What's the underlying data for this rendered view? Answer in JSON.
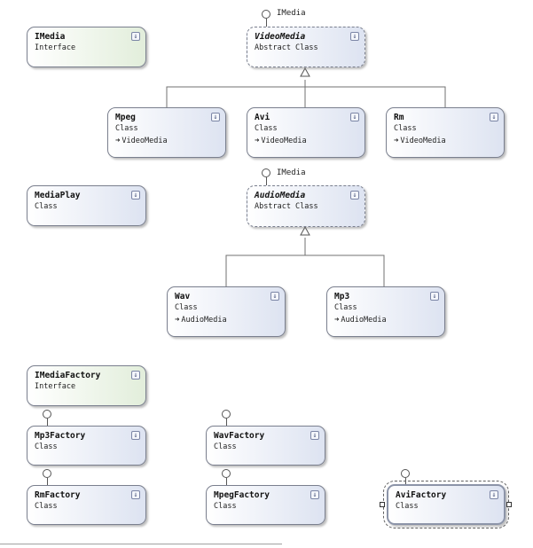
{
  "shapes": {
    "imedia_top": {
      "name": "IMedia",
      "kind": "Interface"
    },
    "videomedia": {
      "name": "VideoMedia",
      "kind": "Abstract Class"
    },
    "mpeg": {
      "name": "Mpeg",
      "kind": "Class",
      "base": "VideoMedia"
    },
    "avi": {
      "name": "Avi",
      "kind": "Class",
      "base": "VideoMedia"
    },
    "rm": {
      "name": "Rm",
      "kind": "Class",
      "base": "VideoMedia"
    },
    "mediaplay": {
      "name": "MediaPlay",
      "kind": "Class"
    },
    "audiomedia": {
      "name": "AudioMedia",
      "kind": "Abstract Class"
    },
    "wav": {
      "name": "Wav",
      "kind": "Class",
      "base": "AudioMedia"
    },
    "mp3": {
      "name": "Mp3",
      "kind": "Class",
      "base": "AudioMedia"
    },
    "imediafactory": {
      "name": "IMediaFactory",
      "kind": "Interface"
    },
    "mp3factory": {
      "name": "Mp3Factory",
      "kind": "Class"
    },
    "wavfactory": {
      "name": "WavFactory",
      "kind": "Class"
    },
    "rmfactory": {
      "name": "RmFactory",
      "kind": "Class"
    },
    "mpegfactory": {
      "name": "MpegFactory",
      "kind": "Class"
    },
    "avifactory": {
      "name": "AviFactory",
      "kind": "Class"
    }
  },
  "lollipops": {
    "videomedia_iface": "IMedia",
    "audiomedia_iface": "IMedia"
  },
  "icons": {
    "collapse": "double-chevron-down-icon",
    "base": "inheritance-arrow-icon",
    "lollipop": "interface-lollipop-icon"
  },
  "colors": {
    "class_fill": "#dde3f1",
    "interface_fill": "#e2eedb",
    "border": "#7a7f8e",
    "connector": "#707070"
  }
}
